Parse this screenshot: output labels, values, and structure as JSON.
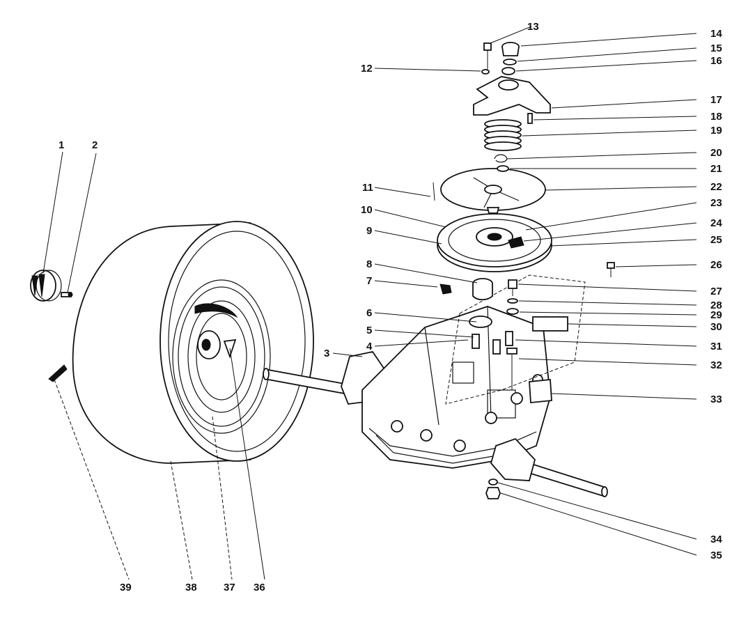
{
  "colors": {
    "ink": "#111111",
    "paper": "#ffffff"
  },
  "callouts": {
    "c1": "1",
    "c2": "2",
    "c3": "3",
    "c4": "4",
    "c5": "5",
    "c6": "6",
    "c7": "7",
    "c8": "8",
    "c9": "9",
    "c10": "10",
    "c11": "11",
    "c12": "12",
    "c13": "13",
    "c14": "14",
    "c15": "15",
    "c16": "16",
    "c17": "17",
    "c18": "18",
    "c19": "19",
    "c20": "20",
    "c21": "21",
    "c22": "22",
    "c23": "23",
    "c24": "24",
    "c25": "25",
    "c26": "26",
    "c27": "27",
    "c28": "28",
    "c29": "29",
    "c30": "30",
    "c31": "31",
    "c32": "32",
    "c33": "33",
    "c34": "34",
    "c35": "35",
    "c36": "36",
    "c37": "37",
    "c38": "38",
    "c39": "39"
  }
}
